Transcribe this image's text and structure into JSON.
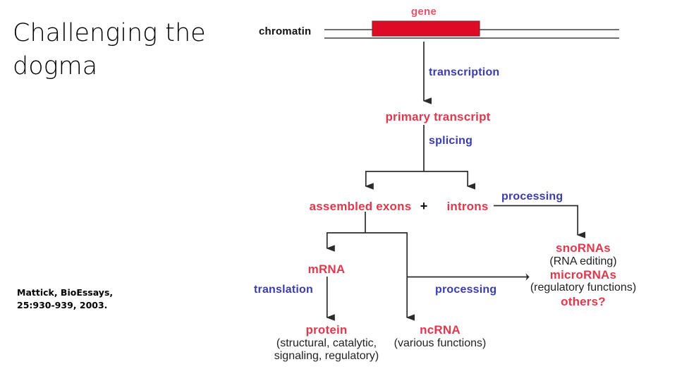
{
  "slide": {
    "title": "Challenging the dogma",
    "citation_line1": "Mattick, BioEssays,",
    "citation_line2": "25:930-939, 2003."
  },
  "colors": {
    "red": "#e0384c",
    "red_soft": "#e4566a",
    "blue": "#3b3bb0",
    "black": "#111111",
    "gene_bar": "#dd0b24",
    "chromatin_line": "#6e6e6e",
    "arrow": "#333333",
    "background": "#ffffff"
  },
  "diagram": {
    "type": "flow-diagram",
    "title": "Central dogma expansion: from chromatin to protein and ncRNA",
    "nodes": {
      "chromatin": "chromatin",
      "gene": "gene",
      "transcription": "transcription",
      "primary_transcript": "primary transcript",
      "splicing": "splicing",
      "assembled_exons": "assembled exons",
      "plus": "+",
      "introns": "introns",
      "processing_introns": "processing",
      "mrna": "mRNA",
      "translation": "translation",
      "processing_ncrna": "processing",
      "protein": "protein",
      "protein_note_line1": "(structural, catalytic,",
      "protein_note_line2": "signaling, regulatory)",
      "ncrna": "ncRNA",
      "ncrna_note": "(various functions)",
      "snornas": "snoRNAs",
      "snornas_note": "(RNA editing)",
      "micrornas": "microRNAs",
      "micrornas_note": "(regulatory functions)",
      "others": "others?"
    },
    "edges": [
      {
        "from": "gene",
        "to": "primary transcript",
        "label": "transcription"
      },
      {
        "from": "primary transcript",
        "to": "assembled exons",
        "label": "splicing"
      },
      {
        "from": "primary transcript",
        "to": "introns",
        "label": "splicing"
      },
      {
        "from": "assembled exons",
        "to": "mRNA",
        "label": ""
      },
      {
        "from": "assembled exons",
        "to": "ncRNA",
        "label": ""
      },
      {
        "from": "mRNA",
        "to": "protein",
        "label": "translation"
      },
      {
        "from": "introns",
        "to": "snoRNAs",
        "label": "processing"
      },
      {
        "from": "ncRNA branch",
        "to": "microRNAs",
        "label": "processing"
      }
    ]
  }
}
